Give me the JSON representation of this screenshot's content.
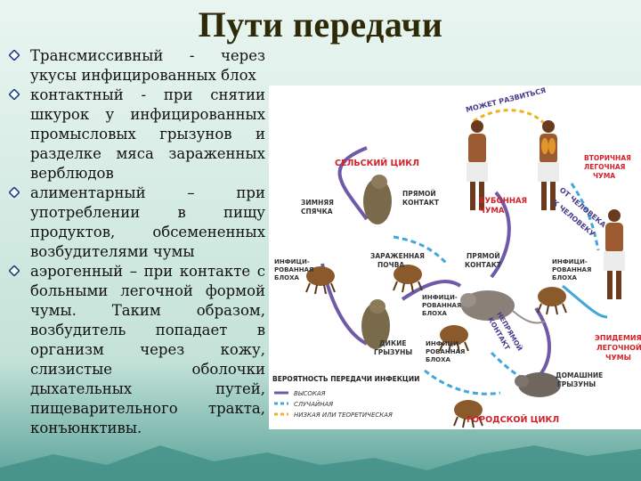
{
  "title": "Пути передачи",
  "bullets": [
    "Трансмиссивный - через укусы инфицированных блох",
    "контактный - при снятии шкурок у инфицированных промысловых грызунов и разделке мяса зараженных верблюдов",
    "алиментарный – при употреблении в пищу продуктов, обсемененных возбудителями чумы",
    "аэрогенный – при контакте с больными легочной формой чумы. Таким образом, возбудитель попадает в организм через кожу, слизистые оболочки дыхательных путей, пищеварительного тракта, конъюнктивы."
  ],
  "diagram": {
    "labels": {
      "village_cycle": "СЕЛЬСКИЙ ЦИКЛ",
      "city_cycle": "ГОРОДСКОЙ ЦИКЛ",
      "may_develop": "МОЖЕТ РАЗВИТЬСЯ",
      "secondary_pneumonic_1": "ВТОРИЧНАЯ",
      "secondary_pneumonic_2": "ЛЕГОЧНАЯ",
      "secondary_pneumonic_3": "ЧУМА",
      "person_to_person_1": "ОТ ЧЕЛОВЕКА",
      "person_to_person_2": "К ЧЕЛОВЕКУ",
      "bubonic_1": "БУБОННАЯ",
      "bubonic_2": "ЧУМА",
      "direct_contact_1": "ПРЯМОЙ",
      "direct_contact_2": "КОНТАКТ",
      "hibernation_1": "ЗИМНЯЯ",
      "hibernation_2": "СПЯЧКА",
      "infected_soil_1": "ЗАРАЖЕННАЯ",
      "infected_soil_2": "ПОЧВА",
      "infected_flea_1": "ИНФИЦИ-",
      "infected_flea_2": "РОВАННАЯ",
      "infected_flea_3": "БЛОХА",
      "wild_rodents_1": "ДИКИЕ",
      "wild_rodents_2": "ГРЫЗУНЫ",
      "domestic_rodents_1": "ДОМАШНИЕ",
      "domestic_rodents_2": "ГРЫЗУНЫ",
      "epidemic_1": "ЭПИДЕМИЯ",
      "epidemic_2": "ЛЕГОЧНОЙ",
      "epidemic_3": "ЧУМЫ",
      "indirect_contact_1": "НЕПРЯМОЙ",
      "indirect_contact_2": "КОНТАКТ"
    },
    "legend": {
      "title": "ВЕРОЯТНОСТЬ ПЕРЕДАЧИ ИНФЕКЦИИ",
      "high": "ВЫСОКАЯ",
      "random": "СЛУЧАЙНАЯ",
      "low": "НИЗКАЯ ИЛИ ТЕОРЕТИЧЕСКАЯ"
    },
    "colors": {
      "high": "#6f5aa8",
      "random": "#3fa8d8",
      "low": "#f0b020",
      "accent_red": "#d2232a"
    }
  }
}
